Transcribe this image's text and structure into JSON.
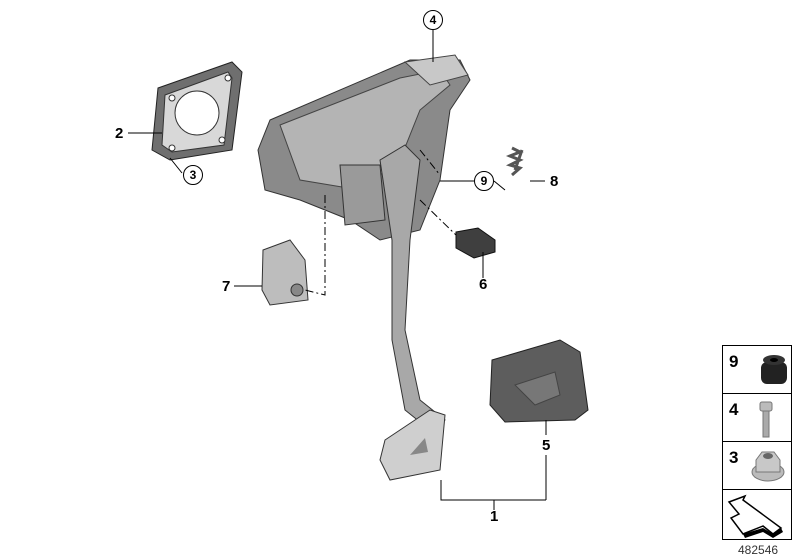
{
  "diagram": {
    "callouts": [
      {
        "id": "1",
        "style": "plain"
      },
      {
        "id": "2",
        "style": "plain"
      },
      {
        "id": "3",
        "style": "circled"
      },
      {
        "id": "4",
        "style": "circled"
      },
      {
        "id": "5",
        "style": "plain"
      },
      {
        "id": "6",
        "style": "plain"
      },
      {
        "id": "7",
        "style": "plain"
      },
      {
        "id": "8",
        "style": "plain"
      },
      {
        "id": "9",
        "style": "circled"
      }
    ],
    "legend": [
      {
        "id": "9",
        "part": "rubber-bushing"
      },
      {
        "id": "4",
        "part": "bolt"
      },
      {
        "id": "3",
        "part": "flange-nut"
      },
      {
        "id": "",
        "part": "direction-arrow"
      }
    ],
    "document_number": "482546"
  }
}
